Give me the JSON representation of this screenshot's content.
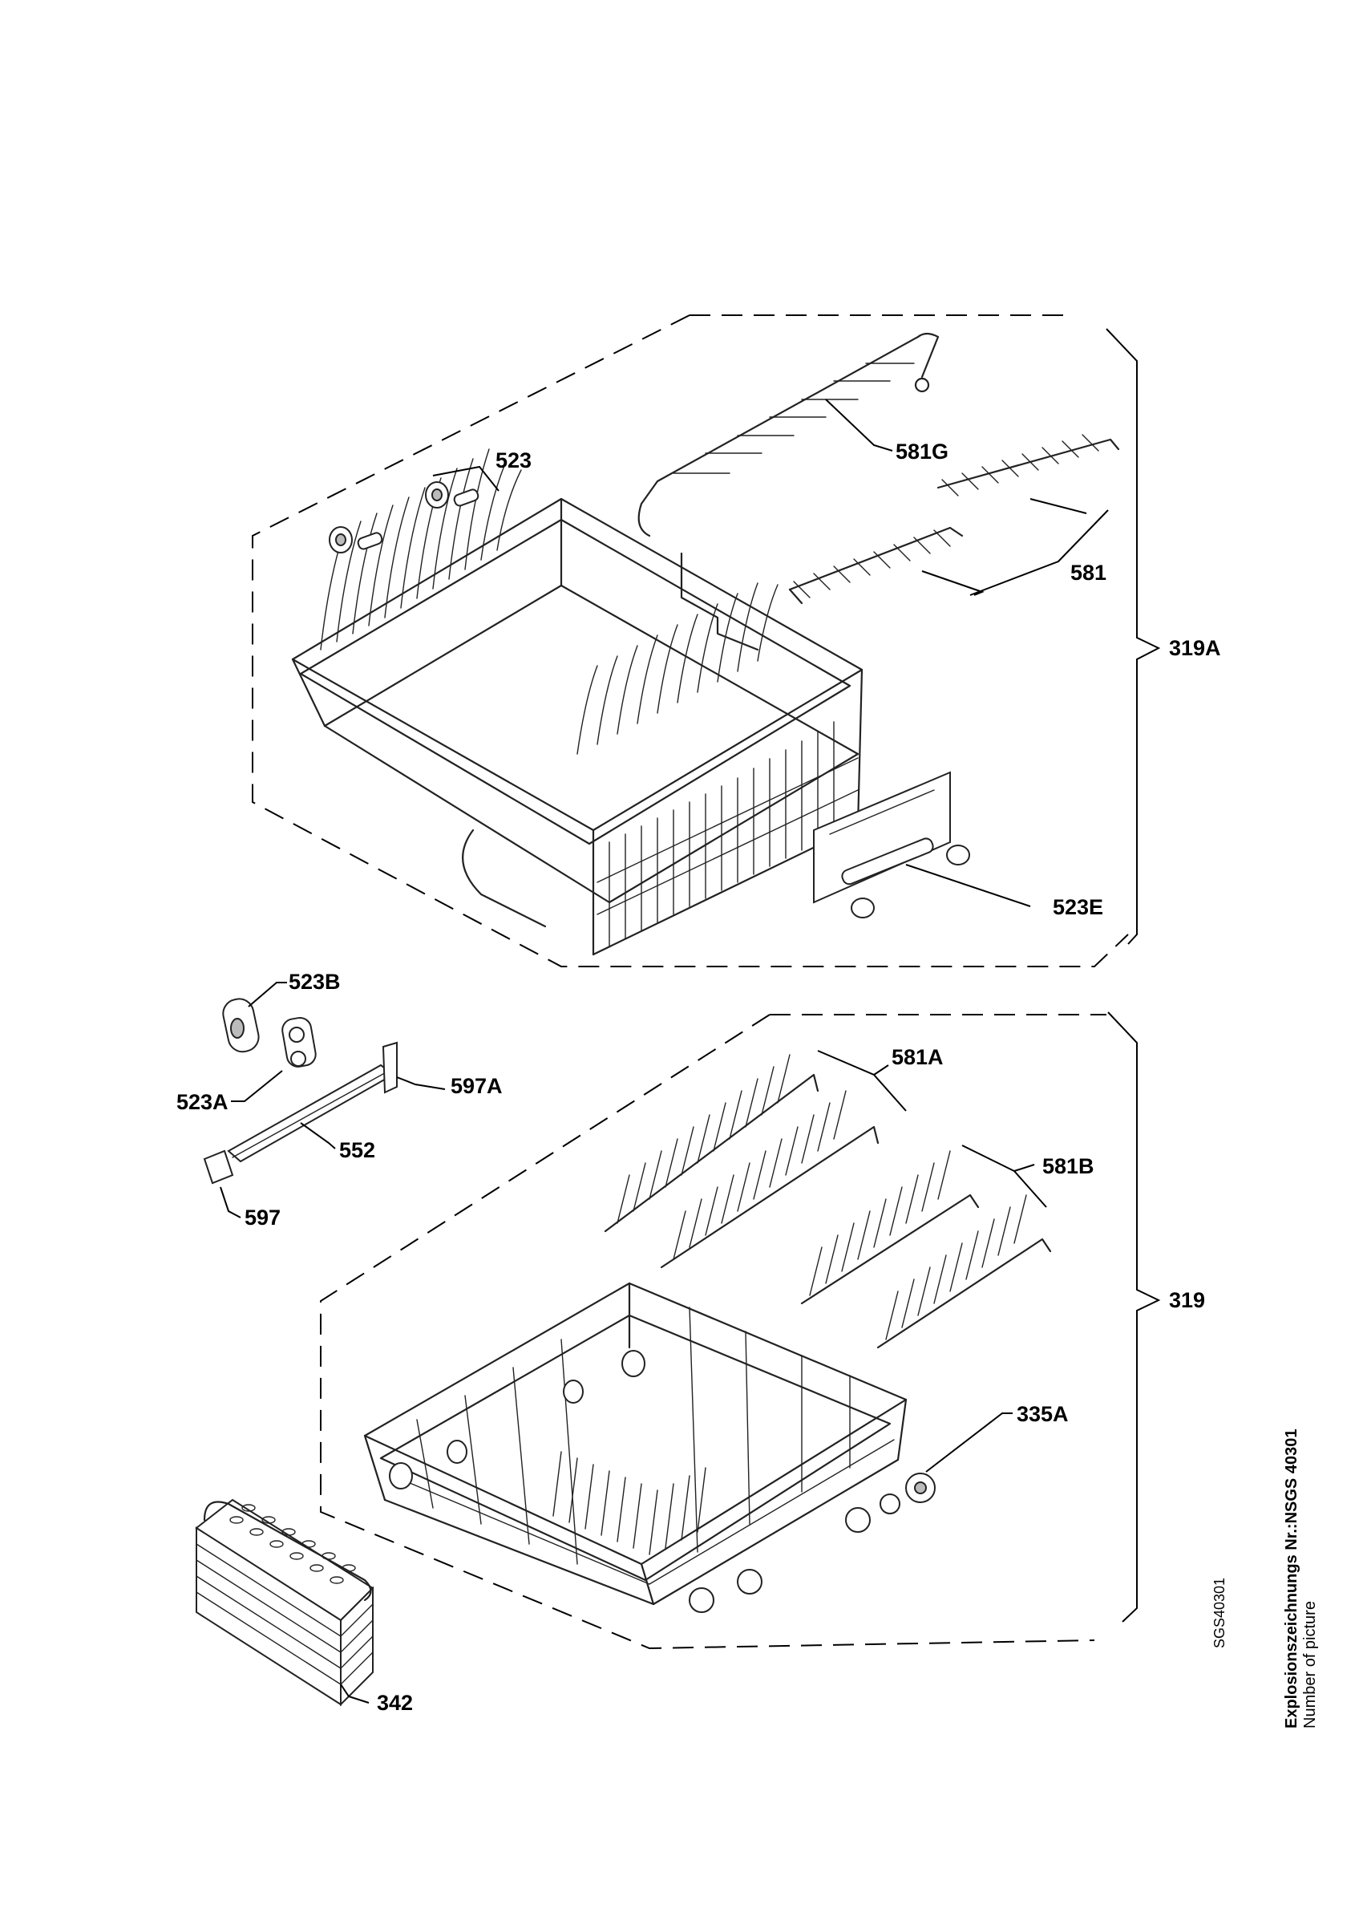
{
  "labels": {
    "p523": "523",
    "p581G": "581G",
    "p581": "581",
    "p319A": "319A",
    "p523E": "523E",
    "p523B": "523B",
    "p523A": "523A",
    "p597A": "597A",
    "p552": "552",
    "p597": "597",
    "p581A": "581A",
    "p581B": "581B",
    "p319": "319",
    "p335A": "335A",
    "p342": "342"
  },
  "sidebar": {
    "drawing_number": "Explosionszeichnungs Nr.:NSGS 40301",
    "number_caption": "Number of picture",
    "code": "SGS40301"
  }
}
